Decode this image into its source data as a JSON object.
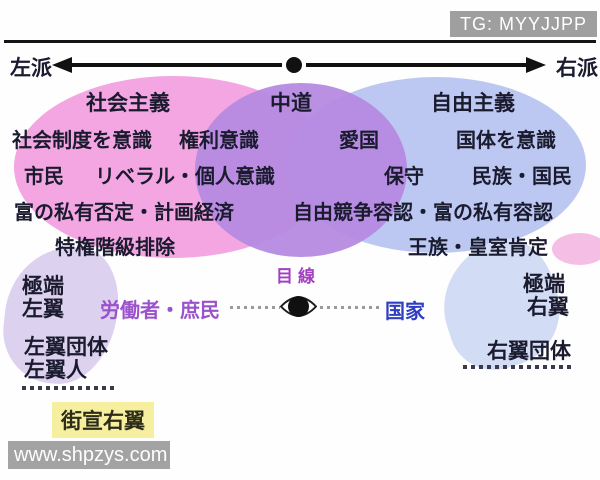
{
  "badges": {
    "tg": "TG: MYYJJPP",
    "watermark": "www.shpzys.com"
  },
  "axis": {
    "left": "左派",
    "right": "右派"
  },
  "regions": {
    "left": "社会主義",
    "center": "中道",
    "right": "自由主義"
  },
  "left_traits": {
    "r1a": "社会制度を意識",
    "r1b": "権利意識",
    "r2a": "市民",
    "r2b": "リベラル・個人意識",
    "r3": "富の私有否定・計画経済",
    "r4": "特権階級排除"
  },
  "right_traits": {
    "r1a": "愛国",
    "r1b": "国体を意識",
    "r2a": "保守",
    "r2b": "民族・国民",
    "r3": "自由競争容認・富の私有容認",
    "r4": "王族・皇室肯定"
  },
  "gaze": {
    "title": "目線",
    "subject_left": "労働者・庶民",
    "subject_right": "国家"
  },
  "extremes": {
    "left_l1": "極端",
    "left_l2": "左翼",
    "right_l1": "極端",
    "right_l2": "右翼"
  },
  "groups": {
    "left_l1": "左翼団体",
    "left_l2": "左翼人",
    "right": "右翼団体",
    "street_right": "街宣右翼"
  },
  "colors": {
    "socialism_pink": "#f3a6e2",
    "liberalism_blue": "#bcc8f1",
    "center_purple": "#b58ae0",
    "left_blob_lavender": "#ddd1f0",
    "right_blob_blue": "#d2dcf4",
    "highlight_yellow": "#f7efa0",
    "gaze_purple": "#9a52cc",
    "state_blue": "#2f3ec2",
    "gaze_title_magenta": "#a33fc2"
  }
}
